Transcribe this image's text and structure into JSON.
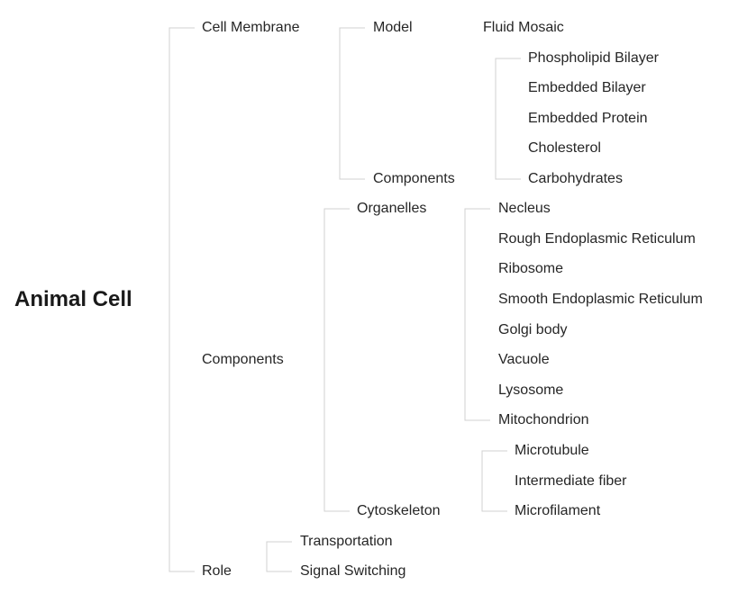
{
  "root": {
    "label": "Animal Cell"
  },
  "cell_membrane": {
    "label": "Cell Membrane",
    "model": {
      "label": "Model",
      "value": "Fluid Mosaic"
    },
    "components": {
      "label": "Components",
      "items": [
        "Phospholipid Bilayer",
        "Embedded Bilayer",
        "Embedded Protein",
        "Cholesterol",
        "Carbohydrates"
      ]
    }
  },
  "components": {
    "label": "Components",
    "organelles": {
      "label": "Organelles",
      "items": [
        "Necleus",
        "Rough Endoplasmic Reticulum",
        "Ribosome",
        "Smooth Endoplasmic Reticulum",
        "Golgi body",
        "Vacuole",
        "Lysosome",
        "Mitochondrion"
      ]
    },
    "cytoskeleton": {
      "label": "Cytoskeleton",
      "items": [
        "Microtubule",
        "Intermediate fiber",
        "Microfilament"
      ]
    }
  },
  "role": {
    "label": "Role",
    "items": [
      "Transportation",
      "Signal Switching"
    ]
  }
}
